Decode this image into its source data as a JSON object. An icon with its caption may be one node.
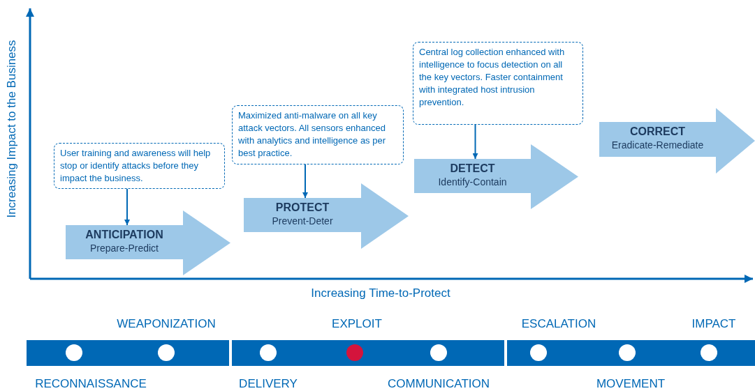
{
  "diagram": {
    "nodes": [
      {
        "text": [
          "User training and awareness will help stop or identify attacks before they impact the business."
        ]
      },
      {
        "text": [
          "ANTICIPATION",
          "Prepare-Predict"
        ]
      },
      {
        "text": [
          "Maximized anti-malware on all key attack vectors. All sensors enhanced with analytics and intelligence as per best practice."
        ]
      },
      {
        "text": [
          "PROTECT",
          "Prevent-Deter"
        ]
      },
      {
        "text": [
          "Central log collection enhanced with intelligence to focus detection on all the key vectors. Faster containment with integrated host intrusion prevention."
        ]
      },
      {
        "text": [
          "DETECT",
          "Identify-Contain"
        ]
      },
      {
        "text": [
          "CORRECT",
          "Eradicate-Remediate"
        ]
      }
    ],
    "edges": [
      {
        "from": 0,
        "to": 1,
        "arrow": "to"
      },
      {
        "from": 2,
        "to": 3,
        "arrow": "to"
      },
      {
        "from": 4,
        "to": 5,
        "arrow": "to"
      }
    ],
    "labels": [
      "Increasing Impact to the Business",
      "Increasing Time-to-Protect",
      "WEAPONIZATION",
      "EXPLOIT",
      "ESCALATION",
      "IMPACT",
      "RECONNAISSANCE",
      "DELIVERY",
      "COMMUNICATION",
      "MOVEMENT"
    ]
  }
}
